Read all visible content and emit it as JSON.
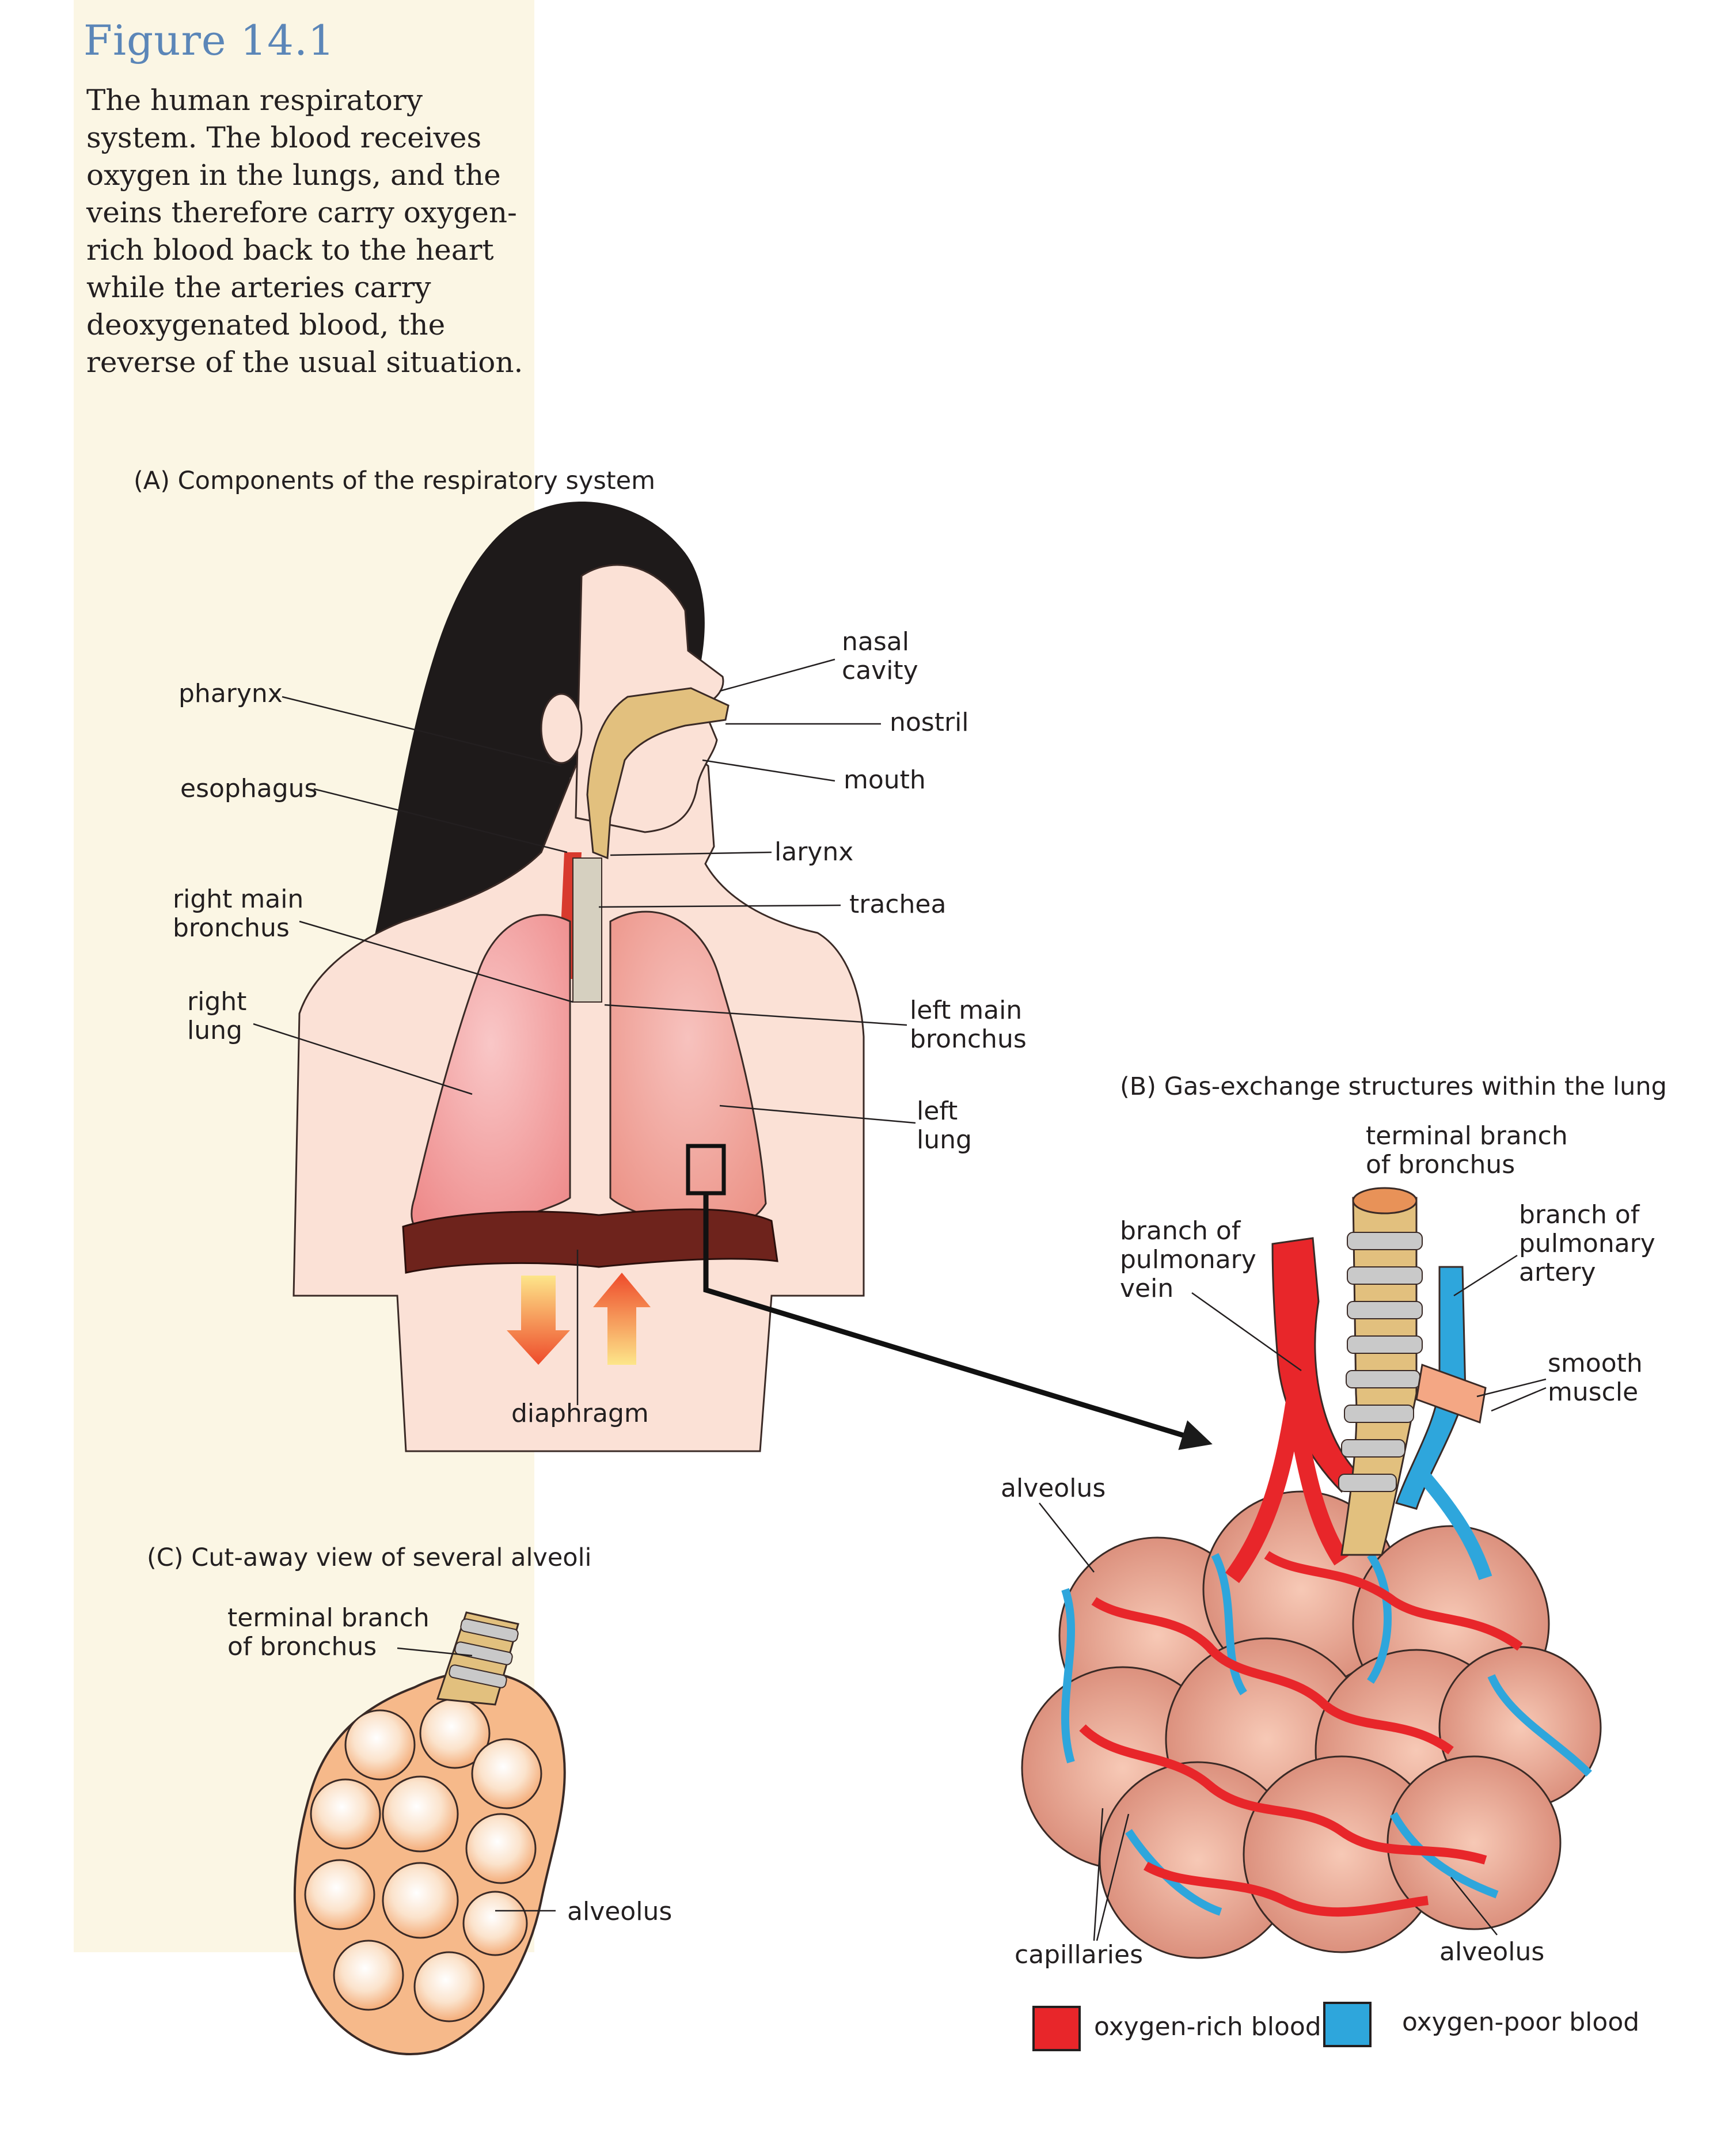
{
  "figure": {
    "number": "Figure 14.1",
    "caption": "The human respiratory system. The blood receives oxygen in the lungs, and the veins therefore carry oxygen-rich blood back to the heart while the arteries carry deoxygenated blood, the reverse of the usual situation."
  },
  "panel_a": {
    "title": "(A)  Components of the respiratory system",
    "labels": {
      "nasal_cavity": "nasal\ncavity",
      "pharynx": "pharynx",
      "nostril": "nostril",
      "mouth": "mouth",
      "esophagus": "esophagus",
      "larynx": "larynx",
      "trachea": "trachea",
      "right_main_bronchus": "right main\nbronchus",
      "right_lung": "right\nlung",
      "left_main_bronchus": "left main\nbronchus",
      "left_lung": "left\nlung",
      "diaphragm": "diaphragm"
    }
  },
  "panel_b": {
    "title": "(B)  Gas-exchange structures within the lung",
    "labels": {
      "terminal_branch": "terminal branch\nof bronchus",
      "pulmonary_vein": "branch of\npulmonary\nvein",
      "pulmonary_artery": "branch of\npulmonary\nartery",
      "smooth_muscle": "smooth\nmuscle",
      "alveolus_top": "alveolus",
      "capillaries": "capillaries",
      "alveolus_bottom": "alveolus"
    },
    "legend": [
      {
        "label": "oxygen-rich blood",
        "color": "#e8262a"
      },
      {
        "label": "oxygen-poor blood",
        "color": "#2ea6dc"
      }
    ]
  },
  "panel_c": {
    "title": "(C)  Cut-away view of several alveoli",
    "labels": {
      "terminal_branch": "terminal branch\nof bronchus",
      "alveolus": "alveolus"
    }
  },
  "colors": {
    "oxygen_rich": "#e8262a",
    "oxygen_poor": "#2ea6dc",
    "skin": "#fbe1d6",
    "hair": "#1e1a1a",
    "lung": "#f29a9a",
    "diaphragm": "#6e231c",
    "airway": "#e2c07e",
    "alveoli_c": "#f6b98a",
    "caption_panel": "#fbf6e4",
    "figure_number": "#5b86b8"
  }
}
